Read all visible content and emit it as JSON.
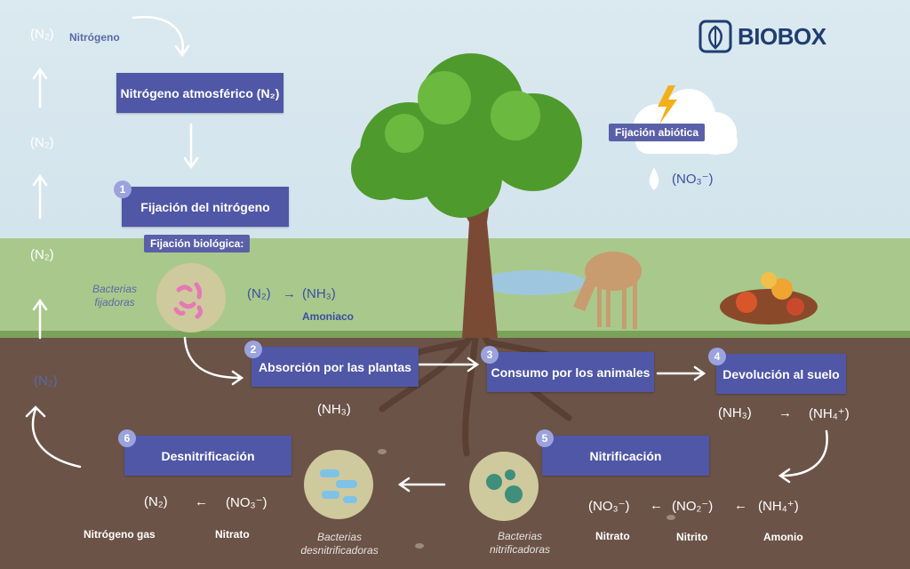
{
  "logo": {
    "text": "BIOBOX"
  },
  "left_column": {
    "top_formula": "(N₂)",
    "top_label": "Nitrógeno",
    "n2_a": "(N₂)",
    "n2_b": "(N₂)",
    "n2_c": "(N₂)"
  },
  "boxes": {
    "atmospheric": "Nitrógeno atmosférico (N₂)",
    "fixation": "Fijación del nitrógeno",
    "absorption": "Absorción por las plantas",
    "consumption": "Consumo por los animales",
    "return": "Devolución al suelo",
    "nitrification": "Nitrificación",
    "denitrification": "Desnitrificación"
  },
  "numbers": [
    "1",
    "2",
    "3",
    "4",
    "5",
    "6"
  ],
  "abiotic": {
    "label": "Fijación abiótica",
    "formula": "(NO₃⁻)"
  },
  "biological": {
    "label": "Fijación biológica:",
    "bacteria": "Bacterias fijadoras",
    "reaction_left": "(N₂)",
    "reaction_right": "(NH₃)",
    "product": "Amoniaco"
  },
  "absorption_formula": "(NH₃)",
  "return_reaction": {
    "left": "(NH₃)",
    "right": "(NH₄⁺)"
  },
  "nitrification_chain": {
    "a": "(NO₃⁻)",
    "b": "(NO₂⁻)",
    "c": "(NH₄⁺)",
    "la": "Nitrato",
    "lb": "Nitrito",
    "lc": "Amonio",
    "bacteria": "Bacterias nitrificadoras"
  },
  "denitrification_chain": {
    "a": "(N₂)",
    "b": "(NO₃⁻)",
    "la": "Nitrógeno gas",
    "lb": "Nitrato",
    "bacteria": "Bacterias desnitrificadoras"
  },
  "arrow_glyph": "←",
  "arrow_glyph_right": "→",
  "colors": {
    "box": "#4f57a6",
    "sky": "#d9e8ef",
    "grass": "#a9c98c",
    "soil": "#6b5347"
  }
}
